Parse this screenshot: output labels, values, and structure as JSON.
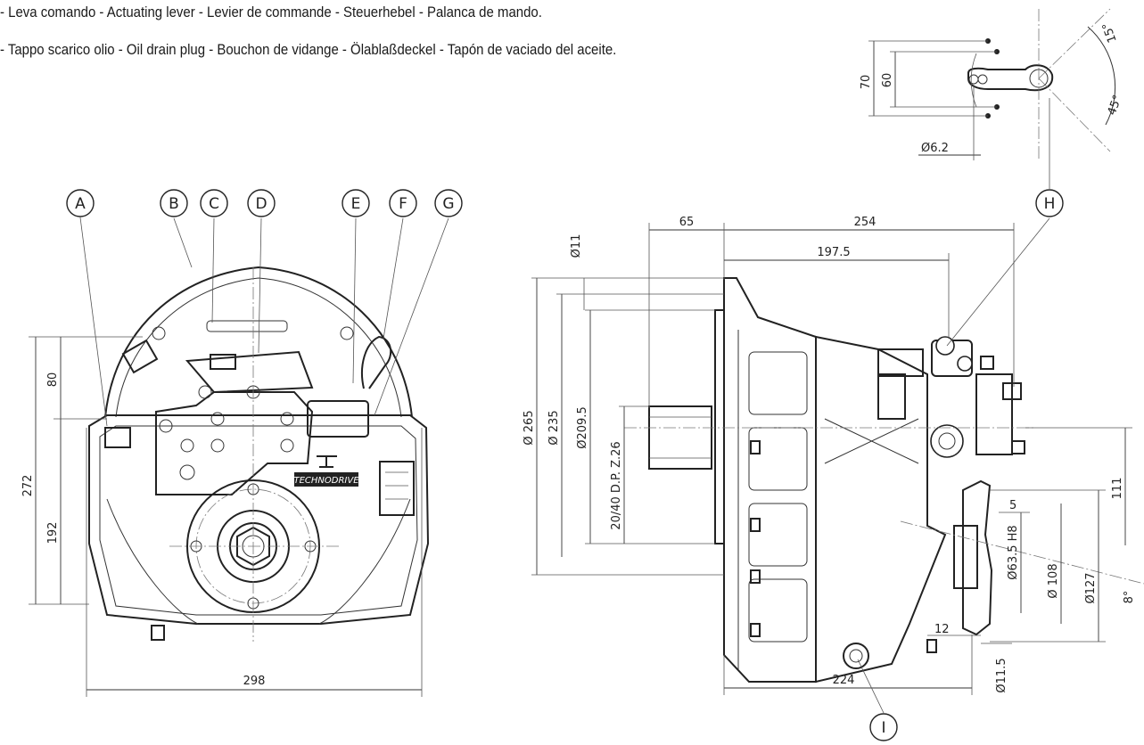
{
  "legend": [
    {
      "text": "- Leva comando - Actuating lever - Levier de commande - Steuerhebel - Palanca de mando."
    },
    {
      "text": "- Tappo scarico olio - Oil drain plug - Bouchon de vidange - Ölablaßdeckel - Tapón de vaciado del aceite."
    }
  ],
  "callouts": {
    "A": "A",
    "B": "B",
    "C": "C",
    "D": "D",
    "E": "E",
    "F": "F",
    "G": "G",
    "H": "H",
    "I": "I"
  },
  "brand": "TECHNODRIVE",
  "front_view": {
    "dims": {
      "height_total": "272",
      "upper": "80",
      "lower": "192",
      "width": "298"
    }
  },
  "side_view": {
    "dims": {
      "len_65": "65",
      "len_254": "254",
      "len_197": "197.5",
      "len_224": "224",
      "d_265": "Ø 265",
      "d_235": "Ø 235",
      "d_2095": "Ø209.5",
      "dp": "20/40 D.P. Z.26",
      "d_11": "Ø11",
      "h_111": "111",
      "d_635": "Ø63.5 H8",
      "d_108": "Ø 108",
      "d_127": "Ø127",
      "d_115": "Ø11.5",
      "d_12": "12",
      "d_5": "5",
      "angle_8": "8°"
    }
  },
  "lever_detail": {
    "dims": {
      "h70": "70",
      "h60": "60",
      "d62": "Ø6.2",
      "a45": "45°",
      "a15": "15°"
    }
  }
}
